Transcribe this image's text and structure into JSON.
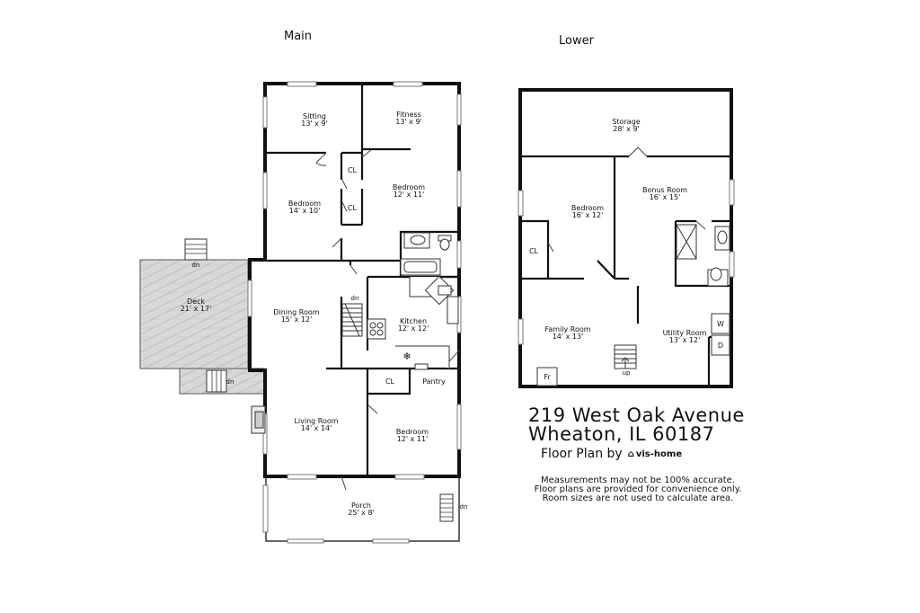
{
  "floors": {
    "main": {
      "title": "Main"
    },
    "lower": {
      "title": "Lower"
    }
  },
  "rooms": {
    "sitting": {
      "name": "Sitting",
      "dims": "13' x 9'"
    },
    "fitness": {
      "name": "Fitness",
      "dims": "13' x 9'"
    },
    "bedroom_main_1": {
      "name": "Bedroom",
      "dims": "14' x 10'"
    },
    "bedroom_main_2": {
      "name": "Bedroom",
      "dims": "12' x 11'"
    },
    "dining": {
      "name": "Dining Room",
      "dims": "15' x 12'"
    },
    "kitchen": {
      "name": "Kitchen",
      "dims": "12' x 12'"
    },
    "deck": {
      "name": "Deck",
      "dims": "21' x 17'"
    },
    "living": {
      "name": "Living Room",
      "dims": "14' x 14'"
    },
    "bedroom_main_3": {
      "name": "Bedroom",
      "dims": "12' x 11'"
    },
    "porch": {
      "name": "Porch",
      "dims": "25' x 8'"
    },
    "storage": {
      "name": "Storage",
      "dims": "28' x 9'"
    },
    "bedroom_lower": {
      "name": "Bedroom",
      "dims": "16' x 12'"
    },
    "bonus": {
      "name": "Bonus Room",
      "dims": "16' x 15'"
    },
    "family": {
      "name": "Family Room",
      "dims": "14' x 13'"
    },
    "utility": {
      "name": "Utility Room",
      "dims": "13' x 12'"
    }
  },
  "small_labels": {
    "cl": "CL",
    "pantry": "Pantry",
    "dn": "dn",
    "up": "up",
    "washer": "W",
    "dryer": "D",
    "furnace": "Fr"
  },
  "address": {
    "line1": "219 West Oak Avenue",
    "line2": "Wheaton, IL 60187"
  },
  "floor_plan_by": "Floor Plan by",
  "brand": "vis-home",
  "disclaimer": [
    "Measurements may not be 100% accurate.",
    "Floor plans are provided for convenience only.",
    "Room sizes are not used to calculate area."
  ]
}
